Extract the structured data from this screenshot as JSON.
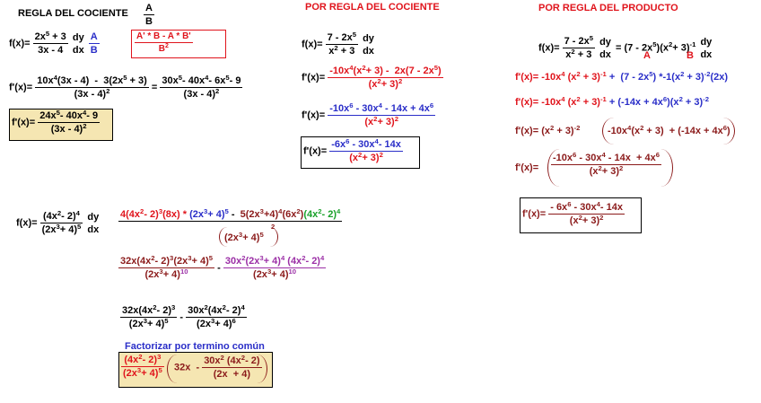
{
  "headings": {
    "quotient_rule": "REGLA DEL COCIENTE",
    "by_quotient": "POR REGLA DEL COCIENTE",
    "by_product": "POR REGLA DEL PRODUCTO",
    "factor": "Factorizar por termino común"
  },
  "labels": {
    "A": "A",
    "B": "B",
    "dy": "dy",
    "dx": "dx",
    "fx": "f(x)=",
    "fpx": "f'(x)="
  },
  "rule_box": {
    "numerator": "A' * B    -    A * B'",
    "denominator": "B"
  },
  "colors": {
    "red": "#e0141c",
    "dark_red": "#8b1a1a",
    "blue": "#2a2ec8",
    "green": "#1aa12a",
    "purple": "#9b2fa6",
    "tan": "#f5e6b2"
  }
}
